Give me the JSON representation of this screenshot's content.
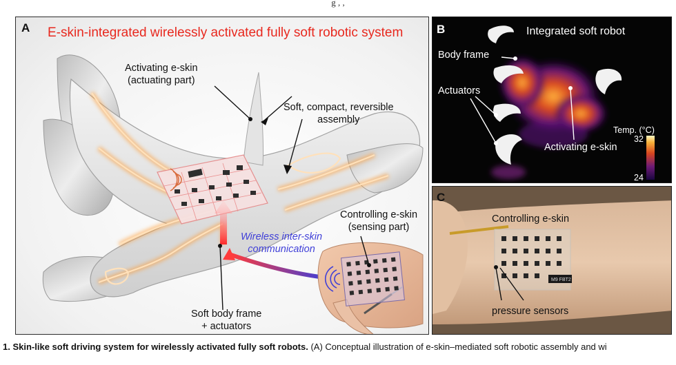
{
  "top_caption": "g    ,    ,",
  "panel_a": {
    "letter": "A",
    "title": "E-skin-integrated wirelessly activated fully soft robotic system",
    "activating_line1": "Activating e-skin",
    "activating_line2": "(actuating part)",
    "assembly_line1": "Soft, compact, reversible",
    "assembly_line2": "assembly",
    "wireless_line1": "Wireless inter-skin",
    "wireless_line2": "communication",
    "controlling_line1": "Controlling e-skin",
    "controlling_line2": "(sensing part)",
    "body_line1": "Soft body frame",
    "body_line2": "+ actuators"
  },
  "panel_b": {
    "letter": "B",
    "title": "Integrated soft robot",
    "body_frame": "Body frame",
    "actuators": "Actuators",
    "activating": "Activating e-skin",
    "colorbar_title": "Temp. (°C)",
    "colorbar_max": "32",
    "colorbar_min": "24"
  },
  "panel_c": {
    "letter": "C",
    "controlling": "Controlling e-skin",
    "pressure": "pressure sensors",
    "chip_text": "M9 FBT2"
  },
  "caption": {
    "bold": "1. Skin-like soft driving system for wirelessly activated fully soft robots.",
    "rest": " (A) Conceptual illustration of e-skin–mediated soft robotic assembly and wi"
  },
  "colors": {
    "title_red": "#e8281e",
    "glow": "#ff9a2e",
    "trace": "#ffd9a8",
    "wireless_blue": "#3f3fd8",
    "wireless_red": "#ff3b3b"
  }
}
